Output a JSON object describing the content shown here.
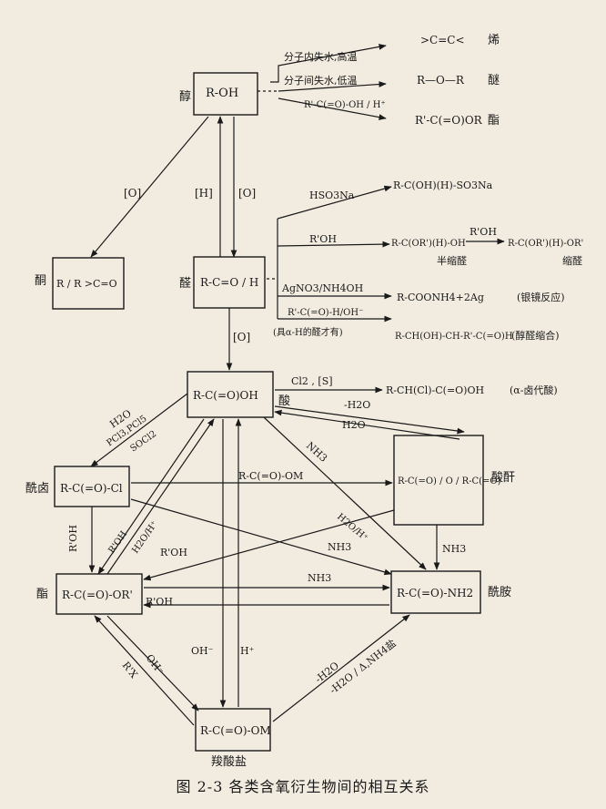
{
  "caption": "图 2-3  各类含氧衍生物间的相互关系",
  "nodes": {
    "alcohol": {
      "name": "醇",
      "formula": "R-OH"
    },
    "aldehyde": {
      "name": "醛",
      "formula": "R-C=O / H"
    },
    "ketone": {
      "name": "酮",
      "formula": "R / R >C=O"
    },
    "acid": {
      "name": "酸",
      "formula": "R-C(=O)OH"
    },
    "acyl_halide": {
      "name": "酰卤",
      "formula": "R-C(=O)-Cl"
    },
    "anhydride": {
      "name": "酸酐",
      "formula": "R-C(=O) / O / R-C(=O)"
    },
    "ester": {
      "name": "酯",
      "formula": "R-C(=O)-OR'"
    },
    "amide": {
      "name": "酰胺",
      "formula": "R-C(=O)-NH2"
    },
    "salt": {
      "name": "羧酸盐",
      "formula": "R-C(=O)-OM"
    }
  },
  "alcohol_branches": [
    {
      "condition": "分子内失水,高温",
      "product": ">C=C<",
      "product_name": "烯"
    },
    {
      "condition": "分子间失水,低温",
      "product": "R—O—R",
      "product_name": "醚"
    },
    {
      "condition": "R'-C(=O)-OH / H⁺",
      "product": "R'-C(=O)OR",
      "product_name": "酯"
    }
  ],
  "aldehyde_branches": [
    {
      "condition": "HSO3Na",
      "product": "R-C(OH)(H)-SO3Na"
    },
    {
      "condition": "R'OH",
      "product": "R-C(OR')(H)-OH",
      "product_name": "半缩醛",
      "next_condition": "R'OH",
      "next_product": "R-C(OR')(H)-OR'",
      "next_name": "缩醛"
    },
    {
      "condition": "AgNO3/NH4OH",
      "product": "R-COONH4+2Ag",
      "product_name": "(银镜反应)"
    },
    {
      "condition": "R'-C(=O)-H/OH⁻",
      "note": "(具α-H的醛才有)",
      "product": "R-CH(OH)-CH-R'-C(=O)H",
      "product_name": "(醇醛缩合)"
    }
  ],
  "acid_branch": {
    "condition": "Cl2 , [S]",
    "product": "R-CH(Cl)-C(=O)OH",
    "product_name": "(α-卤代酸)"
  },
  "labels": {
    "oxidation": "[O]",
    "hydrogenation": "[H]",
    "h2o": "H2O",
    "halogenating": "PCl3,PCl5",
    "socl2": "SOCl2",
    "minus_h2o": "-H2O",
    "nh3": "NH3",
    "r_c_om": "R-C(=O)-OM",
    "roh": "R'OH",
    "h2o_h": "H2O/H⁺",
    "oh_minus": "OH⁻",
    "h_plus": "H⁺",
    "rx": "R'X",
    "amide_salt": "-H2O / Δ,NH4盐"
  }
}
